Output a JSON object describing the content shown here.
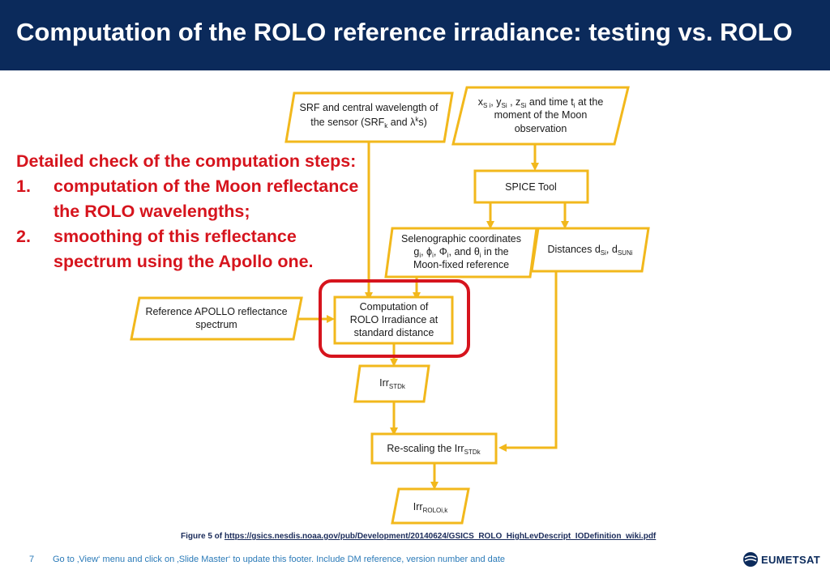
{
  "header": {
    "title": "Computation of the ROLO reference irradiance: testing vs. ROLO"
  },
  "body_text": {
    "heading": "Detailed check of the computation steps:",
    "steps": [
      {
        "num": "1.",
        "line1": "computation of the Moon reflectance",
        "line2": "the ROLO wavelengths;"
      },
      {
        "num": "2.",
        "line1": "smoothing of this reflectance",
        "line2": "spectrum using the Apollo one."
      }
    ]
  },
  "diagram": {
    "srf": {
      "line1": "SRF and central wavelength of",
      "line2a": "the sensor (SRF",
      "line2sub": "k",
      "line2b": " and λ",
      "line2sup": "k",
      "line2c": "s)"
    },
    "xyz": {
      "line1a": "x",
      "sub1": "S i",
      "line1b": ", y",
      "sub2": "Si",
      "line1c": " , z",
      "sub3": "Si",
      "line1d": " and time t",
      "sub4": "i",
      "line1e": " at the",
      "line2": "moment of the Moon",
      "line3": "observation"
    },
    "spice": {
      "label": "SPICE Tool"
    },
    "seleno": {
      "line1": "Selenographic coordinates",
      "line2a": "g",
      "line2sub1": "i",
      "line2b": ", ϕ",
      "line2sub2": "i",
      "line2c": ", Φ",
      "line2sub3": "i",
      "line2d": ", and θ",
      "line2sub4": "i",
      "line2e": " in the",
      "line3": "Moon-fixed reference"
    },
    "distances": {
      "a": "Distances d",
      "sub1": "Si",
      "b": ", d",
      "sub2": "SUNi"
    },
    "apollo": {
      "line1": "Reference APOLLO reflectance",
      "line2": "spectrum"
    },
    "computation": {
      "line1": "Computation of",
      "line2": "ROLO Irradiance at",
      "line3": "standard distance"
    },
    "irr_std": {
      "a": "Irr",
      "sub": "STDk"
    },
    "rescaling": {
      "a": "Re-scaling the Irr",
      "sub": "STDk"
    },
    "irr_rolo": {
      "a": "Irr",
      "sub": "ROLOi,k"
    }
  },
  "caption": {
    "prefix": "Figure 5 of ",
    "link": "https://gsics.nesdis.noaa.gov/pub/Development/20140624/GSICS_ROLO_HighLevDescript_IODefinition_wiki.pdf"
  },
  "footer": {
    "page_number": "7",
    "text": "Go to ‚View‘ menu and click on ‚Slide Master‘ to update this footer. Include DM reference, version number and date",
    "logo_text": "EUMETSAT"
  },
  "colors": {
    "header_bg": "#0b2a5b",
    "accent_red": "#d6141d",
    "box_border": "#f2b81c",
    "highlight": "#d6141d"
  }
}
